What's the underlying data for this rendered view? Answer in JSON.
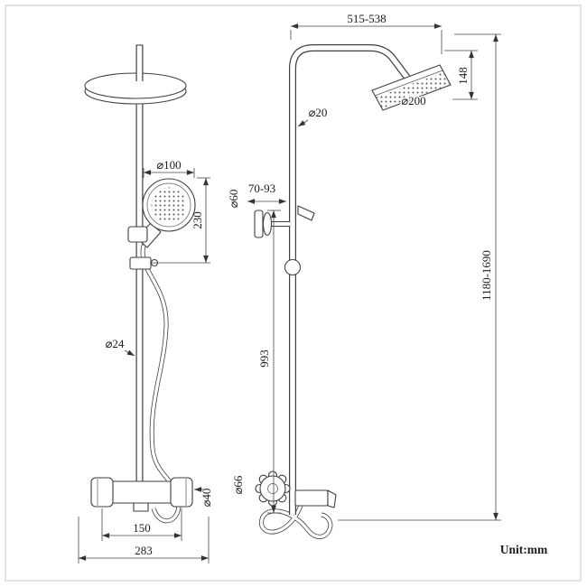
{
  "page": {
    "background": "#ffffff",
    "line_color": "#3f3f3f",
    "border_color": "#c9c9c9"
  },
  "drawing": {
    "unit_label": "Unit:mm",
    "front_view": {
      "handshower_diameter": "⌀100",
      "handshower_length": "230",
      "pipe_diameter": "⌀24",
      "mixer_knob_diameter": "⌀40",
      "mixer_inlet_span": "150",
      "overall_width": "283"
    },
    "side_view": {
      "top_reach": "515-538",
      "head_drop": "148",
      "riser_diameter": "⌀20",
      "head_diameter": "⌀200",
      "wall_distance": "70-93",
      "flange_diameter": "⌀60",
      "overall_height": "1180-1690",
      "riser_height": "993",
      "knob_diameter": "⌀66"
    }
  }
}
